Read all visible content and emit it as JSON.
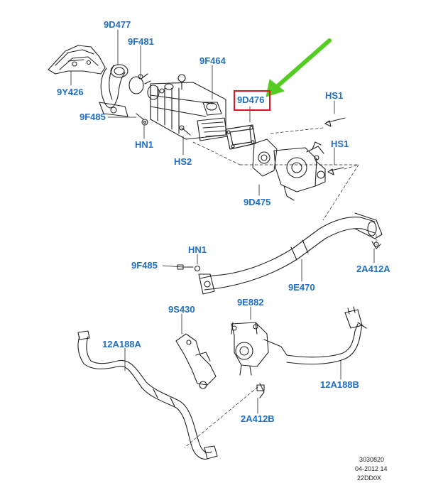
{
  "labels": {
    "p9D477": "9D477",
    "p9F481": "9F481",
    "p9Y426": "9Y426",
    "p9F464": "9F464",
    "p9D476": "9D476",
    "pHS1a": "HS1",
    "pHS1b": "HS1",
    "p9F485a": "9F485",
    "pHN1a": "HN1",
    "pHS2": "HS2",
    "p9D475": "9D475",
    "pHN1b": "HN1",
    "p9F485b": "9F485",
    "p2A412A": "2A412A",
    "p9E470": "9E470",
    "p9S430": "9S430",
    "p9E882": "9E882",
    "p12A188A": "12A188A",
    "p12A188B": "12A188B",
    "p2A412B": "2A412B"
  },
  "footer": {
    "line1": "3030820",
    "line2": "04-2012 14",
    "line3": "22DD0X"
  },
  "colors": {
    "label": "#1f6fc4",
    "highlight_box": "#e0141e",
    "arrow": "#55cc22",
    "line": "#222222"
  },
  "highlighted_part": "9D476"
}
